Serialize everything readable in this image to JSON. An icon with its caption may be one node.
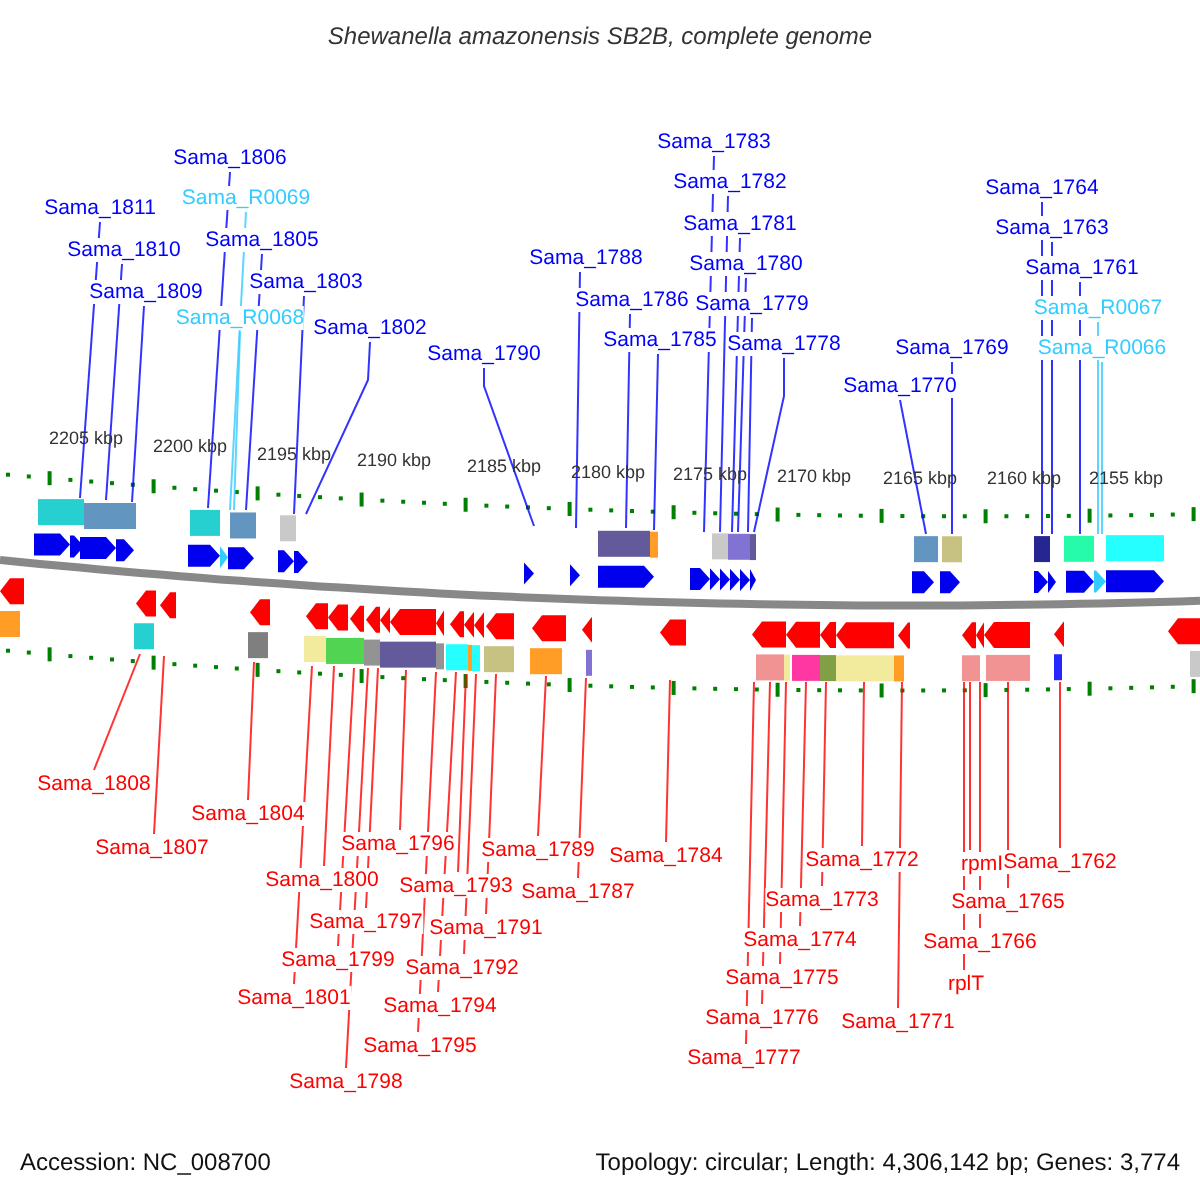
{
  "diagram": {
    "title": "Shewanella amazonensis SB2B, complete genome",
    "nodes": [
      {
        "text": [
          "Sama_1806"
        ]
      },
      {
        "text": [
          "Sama_R0069"
        ]
      },
      {
        "text": [
          "Sama_1811"
        ]
      },
      {
        "text": [
          "Sama_1810"
        ]
      },
      {
        "text": [
          "Sama_1805"
        ]
      },
      {
        "text": [
          "Sama_1809"
        ]
      },
      {
        "text": [
          "Sama_1803"
        ]
      },
      {
        "text": [
          "Sama_R0068"
        ]
      },
      {
        "text": [
          "Sama_1802"
        ]
      },
      {
        "text": [
          "Sama_1790"
        ]
      },
      {
        "text": [
          "Sama_1788"
        ]
      },
      {
        "text": [
          "Sama_1786"
        ]
      },
      {
        "text": [
          "Sama_1785"
        ]
      },
      {
        "text": [
          "Sama_1783"
        ]
      },
      {
        "text": [
          "Sama_1782"
        ]
      },
      {
        "text": [
          "Sama_1781"
        ]
      },
      {
        "text": [
          "Sama_1780"
        ]
      },
      {
        "text": [
          "Sama_1779"
        ]
      },
      {
        "text": [
          "Sama_1778"
        ]
      },
      {
        "text": [
          "Sama_1770"
        ]
      },
      {
        "text": [
          "Sama_1769"
        ]
      },
      {
        "text": [
          "Sama_1764"
        ]
      },
      {
        "text": [
          "Sama_1763"
        ]
      },
      {
        "text": [
          "Sama_1761"
        ]
      },
      {
        "text": [
          "Sama_R0067"
        ]
      },
      {
        "text": [
          "Sama_R0066"
        ]
      },
      {
        "text": [
          "Sama_1808"
        ]
      },
      {
        "text": [
          "Sama_1807"
        ]
      },
      {
        "text": [
          "Sama_1804"
        ]
      },
      {
        "text": [
          "Sama_1800"
        ]
      },
      {
        "text": [
          "Sama_1796"
        ]
      },
      {
        "text": [
          "Sama_1797"
        ]
      },
      {
        "text": [
          "Sama_1799"
        ]
      },
      {
        "text": [
          "Sama_1801"
        ]
      },
      {
        "text": [
          "Sama_1798"
        ]
      },
      {
        "text": [
          "Sama_1793"
        ]
      },
      {
        "text": [
          "Sama_1791"
        ]
      },
      {
        "text": [
          "Sama_1792"
        ]
      },
      {
        "text": [
          "Sama_1794"
        ]
      },
      {
        "text": [
          "Sama_1795"
        ]
      },
      {
        "text": [
          "Sama_1789"
        ]
      },
      {
        "text": [
          "Sama_1787"
        ]
      },
      {
        "text": [
          "Sama_1784"
        ]
      },
      {
        "text": [
          "Sama_1772"
        ]
      },
      {
        "text": [
          "Sama_1773"
        ]
      },
      {
        "text": [
          "Sama_1774"
        ]
      },
      {
        "text": [
          "Sama_1775"
        ]
      },
      {
        "text": [
          "Sama_1776"
        ]
      },
      {
        "text": [
          "Sama_1777"
        ]
      },
      {
        "text": [
          "Sama_1771"
        ]
      },
      {
        "text": [
          "rpmI"
        ]
      },
      {
        "text": [
          "Sama_1762"
        ]
      },
      {
        "text": [
          "Sama_1765"
        ]
      },
      {
        "text": [
          "Sama_1766"
        ]
      },
      {
        "text": [
          "rplT"
        ]
      }
    ],
    "edges": [
      {
        "from": 0,
        "to": null,
        "arrow": "none",
        "color": "#0000ff"
      },
      {
        "from": 1,
        "to": null,
        "arrow": "none",
        "color": "#33ccff"
      },
      {
        "from": 2,
        "to": null,
        "arrow": "none",
        "color": "#0000ff"
      },
      {
        "from": 3,
        "to": null,
        "arrow": "none",
        "color": "#0000ff"
      },
      {
        "from": 4,
        "to": null,
        "arrow": "none",
        "color": "#0000ff"
      },
      {
        "from": 5,
        "to": null,
        "arrow": "none",
        "color": "#0000ff"
      },
      {
        "from": 6,
        "to": null,
        "arrow": "none",
        "color": "#0000ff"
      },
      {
        "from": 7,
        "to": null,
        "arrow": "none",
        "color": "#33ccff"
      },
      {
        "from": 8,
        "to": null,
        "arrow": "none",
        "color": "#0000ff"
      },
      {
        "from": 9,
        "to": null,
        "arrow": "none",
        "color": "#0000ff"
      },
      {
        "from": 10,
        "to": null,
        "arrow": "none",
        "color": "#0000ff"
      },
      {
        "from": 11,
        "to": null,
        "arrow": "none",
        "color": "#0000ff"
      },
      {
        "from": 12,
        "to": null,
        "arrow": "none",
        "color": "#0000ff"
      },
      {
        "from": 13,
        "to": null,
        "arrow": "none",
        "color": "#0000ff"
      },
      {
        "from": 14,
        "to": null,
        "arrow": "none",
        "color": "#0000ff"
      },
      {
        "from": 15,
        "to": null,
        "arrow": "none",
        "color": "#0000ff"
      },
      {
        "from": 16,
        "to": null,
        "arrow": "none",
        "color": "#0000ff"
      },
      {
        "from": 17,
        "to": null,
        "arrow": "none",
        "color": "#0000ff"
      },
      {
        "from": 18,
        "to": null,
        "arrow": "none",
        "color": "#0000ff"
      },
      {
        "from": 19,
        "to": null,
        "arrow": "none",
        "color": "#0000ff"
      },
      {
        "from": 20,
        "to": null,
        "arrow": "none",
        "color": "#0000ff"
      },
      {
        "from": 21,
        "to": null,
        "arrow": "none",
        "color": "#0000ff"
      },
      {
        "from": 22,
        "to": null,
        "arrow": "none",
        "color": "#0000ff"
      },
      {
        "from": 23,
        "to": null,
        "arrow": "none",
        "color": "#0000ff"
      },
      {
        "from": 24,
        "to": null,
        "arrow": "none",
        "color": "#33ccff"
      },
      {
        "from": 25,
        "to": null,
        "arrow": "none",
        "color": "#33ccff"
      },
      {
        "from": 26,
        "to": null,
        "arrow": "none"
      },
      {
        "from": 27,
        "to": null,
        "arrow": "none"
      },
      {
        "from": 28,
        "to": null,
        "arrow": "none"
      },
      {
        "from": 29,
        "to": null,
        "arrow": "none"
      },
      {
        "from": 30,
        "to": null,
        "arrow": "none"
      },
      {
        "from": 31,
        "to": null,
        "arrow": "none"
      },
      {
        "from": 32,
        "to": null,
        "arrow": "none"
      },
      {
        "from": 33,
        "to": null,
        "arrow": "none"
      },
      {
        "from": 34,
        "to": null,
        "arrow": "none"
      },
      {
        "from": 35,
        "to": null,
        "arrow": "none"
      },
      {
        "from": 36,
        "to": null,
        "arrow": "none"
      },
      {
        "from": 37,
        "to": null,
        "arrow": "none"
      },
      {
        "from": 38,
        "to": null,
        "arrow": "none"
      },
      {
        "from": 39,
        "to": null,
        "arrow": "none"
      },
      {
        "from": 40,
        "to": null,
        "arrow": "none"
      },
      {
        "from": 41,
        "to": null,
        "arrow": "none"
      },
      {
        "from": 42,
        "to": null,
        "arrow": "none"
      },
      {
        "from": 43,
        "to": null,
        "arrow": "none"
      },
      {
        "from": 44,
        "to": null,
        "arrow": "none"
      },
      {
        "from": 45,
        "to": null,
        "arrow": "none"
      },
      {
        "from": 46,
        "to": null,
        "arrow": "none"
      },
      {
        "from": 47,
        "to": null,
        "arrow": "none"
      },
      {
        "from": 48,
        "to": null,
        "arrow": "none"
      },
      {
        "from": 49,
        "to": null,
        "arrow": "none"
      },
      {
        "from": 50,
        "to": null,
        "arrow": "none"
      },
      {
        "from": 51,
        "to": null,
        "arrow": "none"
      },
      {
        "from": 52,
        "to": null,
        "arrow": "none"
      },
      {
        "from": 53,
        "to": null,
        "arrow": "none"
      },
      {
        "from": 54,
        "to": null,
        "arrow": "none"
      }
    ],
    "labels": [
      "2205 kbp",
      "2200 kbp",
      "2195 kbp",
      "2190 kbp",
      "2185 kbp",
      "2180 kbp",
      "2175 kbp",
      "2170 kbp",
      "2165 kbp",
      "2160 kbp",
      "2155 kbp",
      "Accession: NC_008700",
      "Topology: circular; Length: 4,306,142 bp; Genes: 3,774"
    ]
  }
}
